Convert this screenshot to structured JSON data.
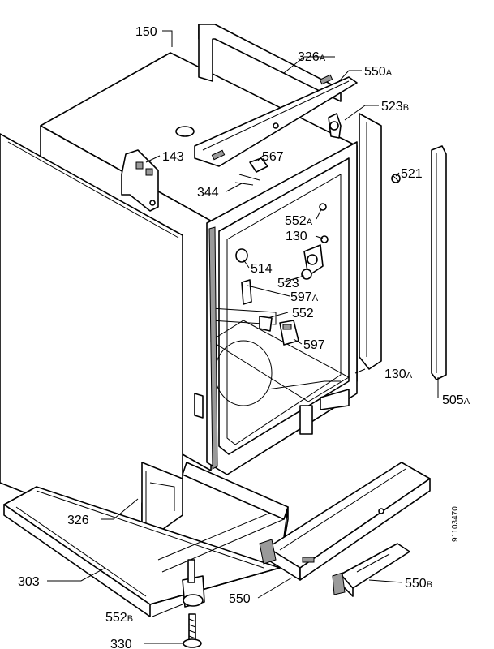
{
  "diagram": {
    "document_number": "91103470",
    "labels": {
      "l150": {
        "num": "150",
        "suffix": ""
      },
      "l326a": {
        "num": "326",
        "suffix": "A"
      },
      "l550a": {
        "num": "550",
        "suffix": "A"
      },
      "l523b": {
        "num": "523",
        "suffix": "B"
      },
      "l143": {
        "num": "143",
        "suffix": ""
      },
      "l567": {
        "num": "567",
        "suffix": ""
      },
      "l344": {
        "num": "344",
        "suffix": ""
      },
      "l521": {
        "num": "521",
        "suffix": ""
      },
      "l552a": {
        "num": "552",
        "suffix": "A"
      },
      "l130": {
        "num": "130",
        "suffix": ""
      },
      "l514": {
        "num": "514",
        "suffix": ""
      },
      "l523": {
        "num": "523",
        "suffix": ""
      },
      "l597a": {
        "num": "597",
        "suffix": "A"
      },
      "l552": {
        "num": "552",
        "suffix": ""
      },
      "l597": {
        "num": "597",
        "suffix": ""
      },
      "l130a": {
        "num": "130",
        "suffix": "A"
      },
      "l505a": {
        "num": "505",
        "suffix": "A"
      },
      "l326": {
        "num": "326",
        "suffix": ""
      },
      "l303": {
        "num": "303",
        "suffix": ""
      },
      "l550": {
        "num": "550",
        "suffix": ""
      },
      "l550b": {
        "num": "550",
        "suffix": "B"
      },
      "l552b": {
        "num": "552",
        "suffix": "B"
      },
      "l330": {
        "num": "330",
        "suffix": ""
      }
    }
  }
}
